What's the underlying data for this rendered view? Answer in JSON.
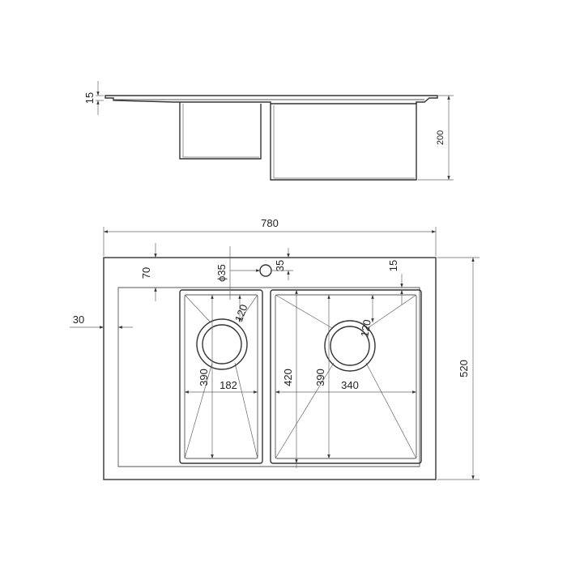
{
  "diagram": {
    "line_color": "#333333",
    "background": "#ffffff",
    "side_view": {
      "deck_thickness": "15",
      "bowl_depth": "200"
    },
    "top_view": {
      "overall_width": "780",
      "overall_height": "520",
      "back_margin": "70",
      "tap_hole_diameter": "ϕ35",
      "tap_hole_offset": "35",
      "left_margin": "30",
      "rim_margin": "15",
      "small_bowl": {
        "drain_offset": "120",
        "depth_length": "390",
        "width": "182"
      },
      "large_bowl": {
        "drain_offset": "120",
        "outer_length": "420",
        "depth_length": "390",
        "width": "340"
      }
    }
  }
}
